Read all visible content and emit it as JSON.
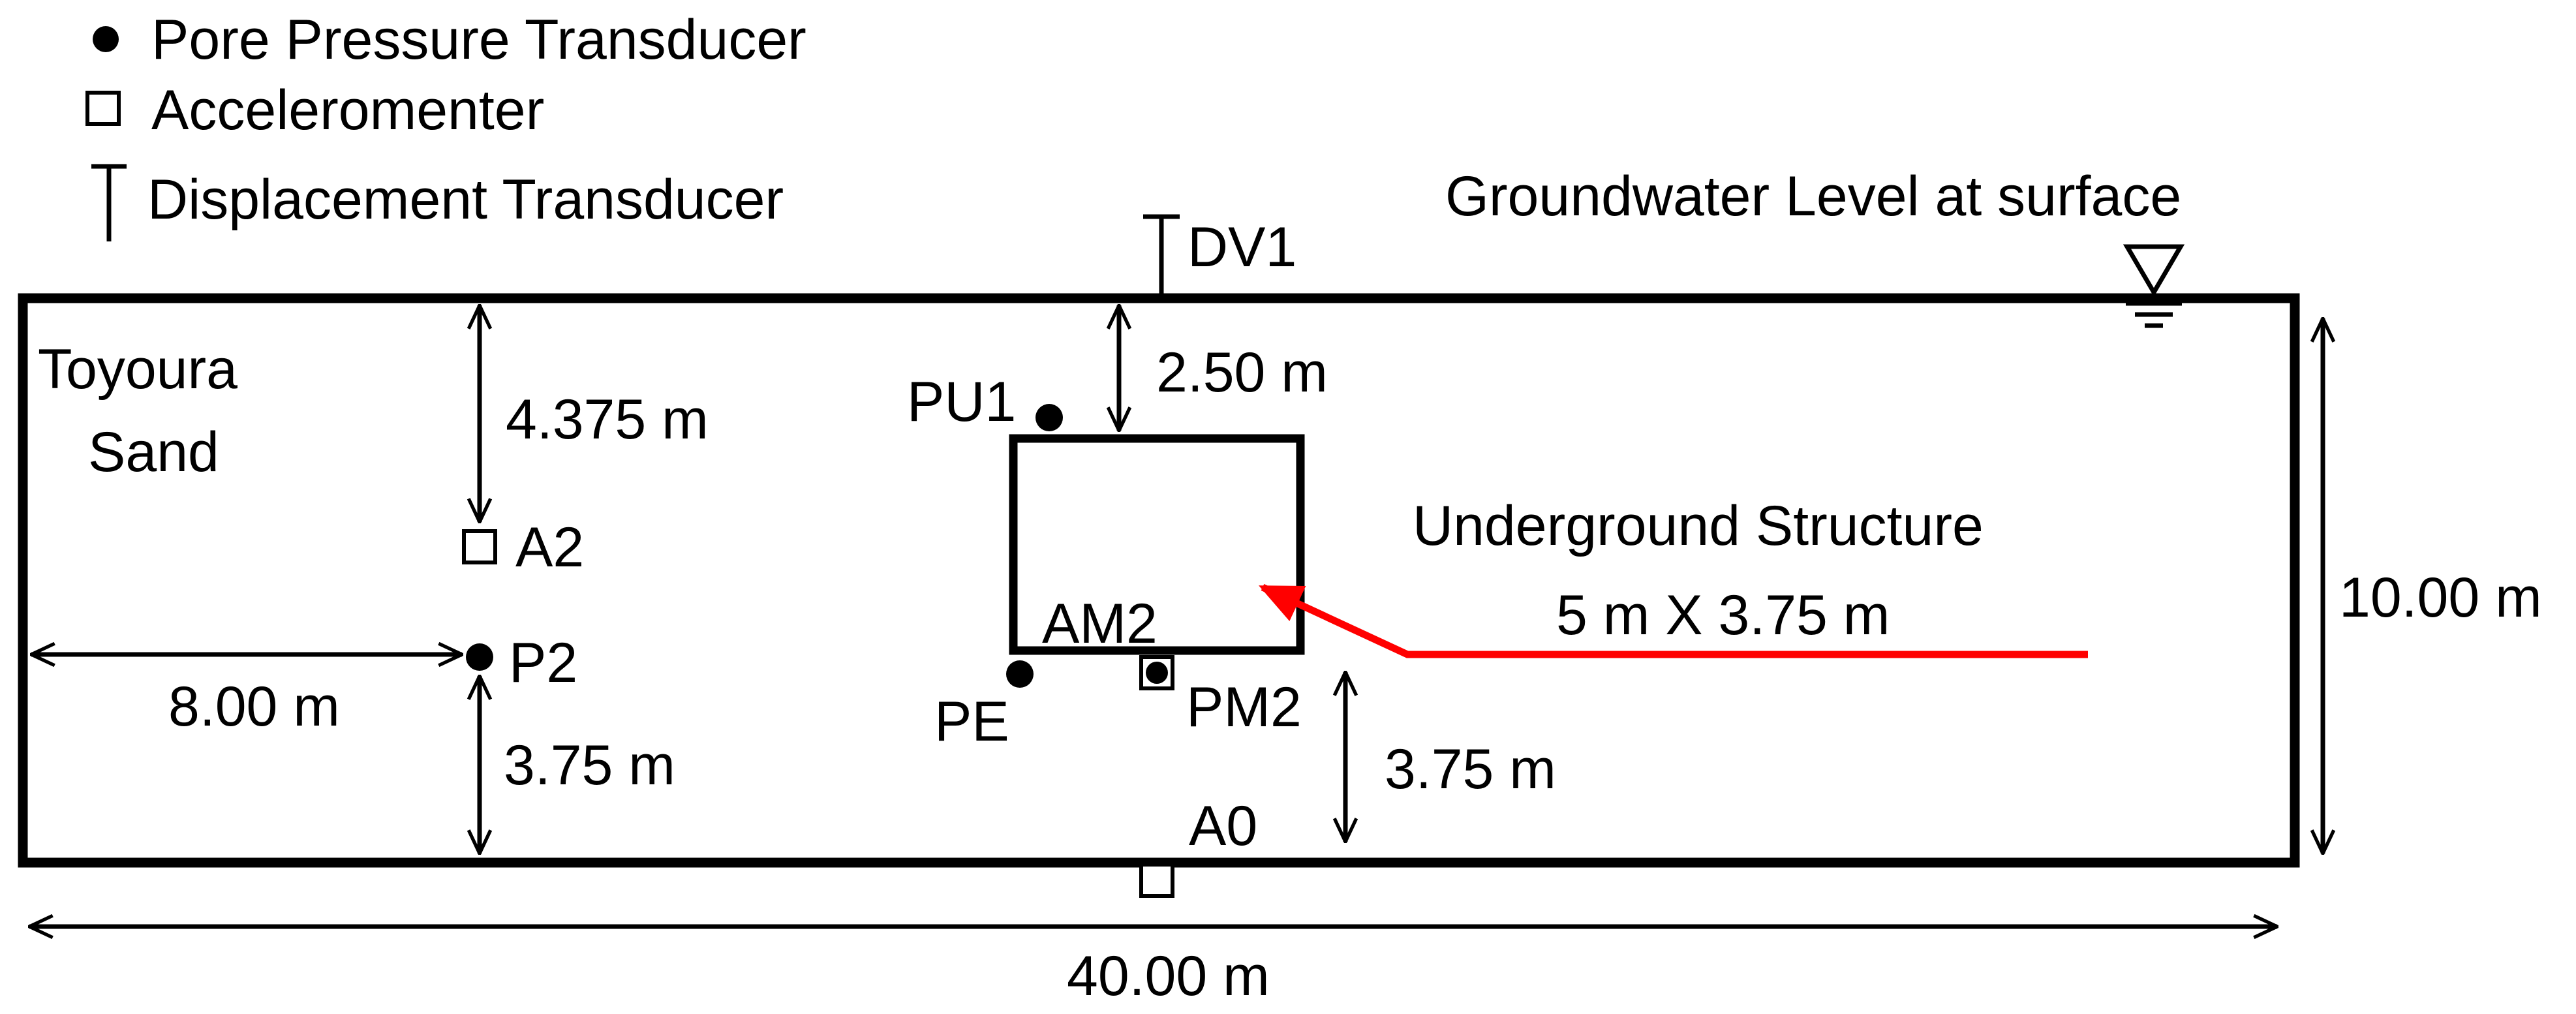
{
  "legend": {
    "pore_pressure": "Pore Pressure Transducer",
    "accelerometer": "Acceleromenter",
    "displacement": "Displacement Transducer"
  },
  "groundwater": "Groundwater Level at surface",
  "soil": {
    "line1": "Toyoura",
    "line2": "Sand"
  },
  "structure": {
    "line1": "Underground Structure",
    "line2": "5 m X 3.75 m"
  },
  "sensors": {
    "DV1": "DV1",
    "PU1": "PU1",
    "A2": "A2",
    "P2": "P2",
    "AM2": "AM2",
    "PE": "PE",
    "PM2": "PM2",
    "A0": "A0"
  },
  "dimensions": {
    "depth_a2": "4.375 m",
    "cover": "2.50 m",
    "width_p2": "8.00 m",
    "height_p2": "3.75 m",
    "below_structure": "3.75 m",
    "total_height": "10.00 m",
    "total_width": "40.00 m"
  },
  "colors": {
    "annotation_arrow": "#ff0000",
    "ink": "#000000"
  }
}
